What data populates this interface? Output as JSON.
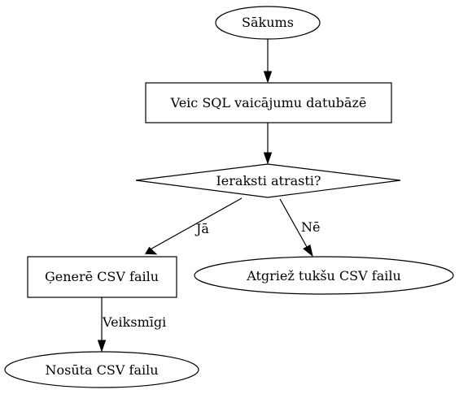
{
  "nodes": {
    "start": {
      "label": "Sākums",
      "shape": "ellipse"
    },
    "query": {
      "label": "Veic SQL vaicājumu datubāzē",
      "shape": "rectangle"
    },
    "decision": {
      "label": "Ieraksti atrasti?",
      "shape": "diamond"
    },
    "generate": {
      "label": "Ģenerē CSV failu",
      "shape": "rectangle"
    },
    "empty": {
      "label": "Atgriež tukšu CSV failu",
      "shape": "ellipse"
    },
    "send": {
      "label": "Nosūta CSV failu",
      "shape": "ellipse"
    }
  },
  "edges": [
    {
      "from": "start",
      "to": "query",
      "label": ""
    },
    {
      "from": "query",
      "to": "decision",
      "label": ""
    },
    {
      "from": "decision",
      "to": "generate",
      "label": "Jā"
    },
    {
      "from": "decision",
      "to": "empty",
      "label": "Nē"
    },
    {
      "from": "generate",
      "to": "send",
      "label": "Veiksmīgi"
    }
  ]
}
